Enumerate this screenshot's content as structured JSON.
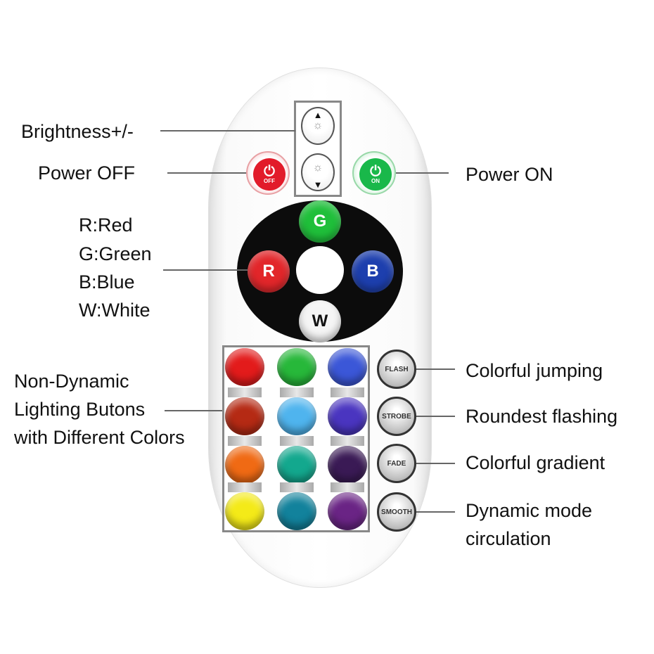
{
  "labels": {
    "brightness": "Brightness+/-",
    "power_off": "Power OFF",
    "power_on": "Power ON",
    "color_key_r": "R:Red",
    "color_key_g": "G:Green",
    "color_key_b": "B:Blue",
    "color_key_w": "W:White",
    "static_1": "Non-Dynamic",
    "static_2": "Lighting Butons",
    "static_3": "with Different Colors",
    "flash_desc": "Colorful jumping",
    "strobe_desc": "Roundest flashing",
    "fade_desc": "Colorful gradient",
    "smooth_desc_1": "Dynamic mode",
    "smooth_desc_2": "circulation"
  },
  "buttons": {
    "off": "OFF",
    "on": "ON",
    "g": "G",
    "r": "R",
    "b": "B",
    "w": "W",
    "flash": "FLASH",
    "strobe": "STROBE",
    "fade": "FADE",
    "smooth": "SMOOTH"
  },
  "icons": {
    "up": "▲",
    "down": "▼",
    "sun": "☼",
    "power": "⏻"
  },
  "colors": {
    "off_red": "#e21b2a",
    "on_green": "#19b84a",
    "grid": [
      [
        "#e31b1b",
        "#27b83a",
        "#3b57d8"
      ],
      [
        "#b52a14",
        "#4fb4ee",
        "#4a35c0"
      ],
      [
        "#f06a14",
        "#13a88e",
        "#3a1a55"
      ],
      [
        "#f4ea18",
        "#12829c",
        "#6a2485"
      ]
    ]
  }
}
